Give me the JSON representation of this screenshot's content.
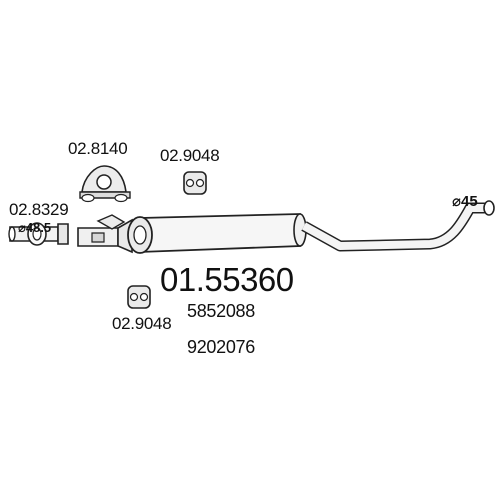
{
  "part_number": "01.55360",
  "oem_numbers": [
    "5852088",
    "9202076"
  ],
  "clamp_code": "02.8140",
  "hanger_top_code": "02.9048",
  "hanger_bottom_code": "02.9048",
  "gasket_code": "02.8329",
  "inlet_diameter": "⌀48.5",
  "outlet_diameter": "⌀45"
}
